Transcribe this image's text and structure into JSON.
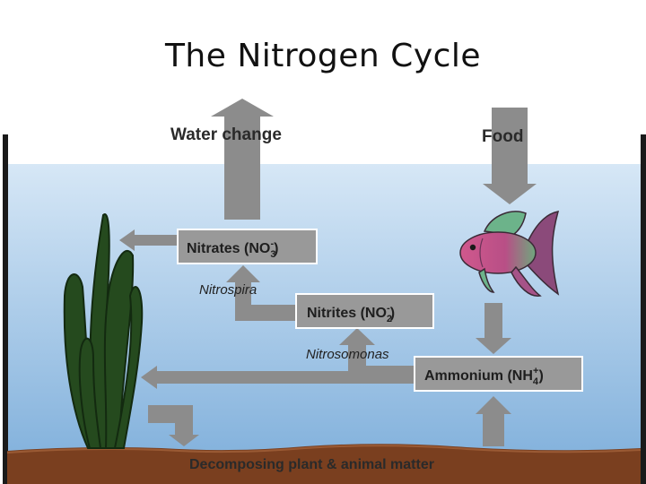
{
  "title": "The Nitrogen Cycle",
  "labels": {
    "water_change": "Water change",
    "food": "Food",
    "nitrospira": "Nitrospira",
    "nitrosomonas": "Nitrosomonas",
    "decomposing": "Decomposing plant & animal matter"
  },
  "boxes": {
    "nitrates": {
      "text": "Nitrates (NO",
      "sub": "3",
      "sup": "-",
      "close": ")"
    },
    "nitrites": {
      "text": "Nitrites (NO",
      "sub": "2",
      "sup": "-",
      "close": ")"
    },
    "ammonium": {
      "text": "Ammonium (NH",
      "sub": "4",
      "sup": "+",
      "close": ")"
    }
  },
  "colors": {
    "water_top": "#d6e7f6",
    "water_bottom": "#7fafdb",
    "sand": "#7a3f1f",
    "arrow": "#8c8c8c",
    "box_fill": "#999999",
    "plant": "#254a1e",
    "fish": "#c5578a"
  }
}
